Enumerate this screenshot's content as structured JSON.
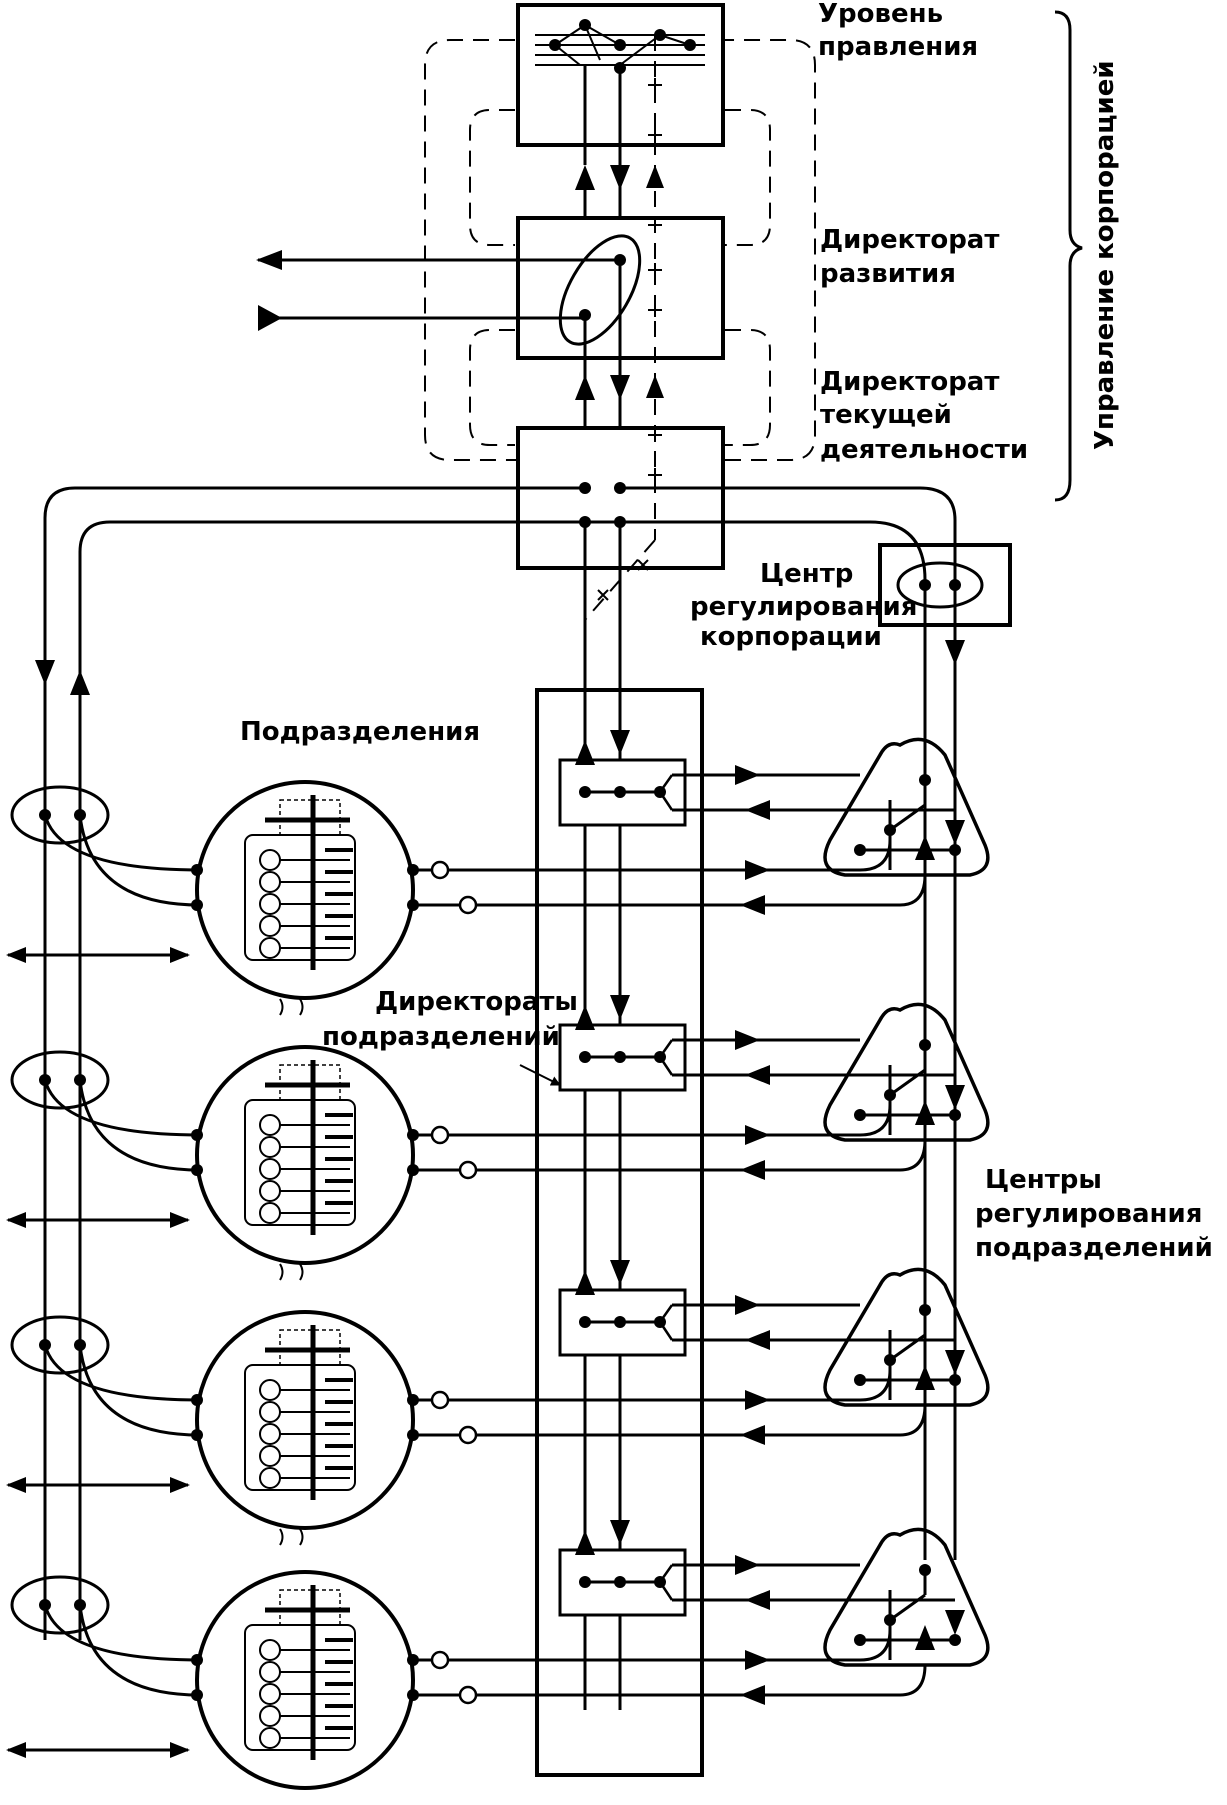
{
  "labels": {
    "level_board_line1": "Уровень",
    "level_board_line2": "правления",
    "dev_directorate_line1": "Директорат",
    "dev_directorate_line2": "развития",
    "ops_directorate_line1": "Директорат",
    "ops_directorate_line2": "текущей",
    "ops_directorate_line3": "деятельности",
    "corp_management": "Управление корпорацией",
    "corp_regulation_line1": "Центр",
    "corp_regulation_line2": "регулирования",
    "corp_regulation_line3": "корпорации",
    "divisions": "Подразделения",
    "division_directorates_line1": "Директораты",
    "division_directorates_line2": "подразделений",
    "division_regulation_line1": "Центры",
    "division_regulation_line2": "регулирования",
    "division_regulation_line3": "подразделений"
  },
  "divisions_count": 4
}
